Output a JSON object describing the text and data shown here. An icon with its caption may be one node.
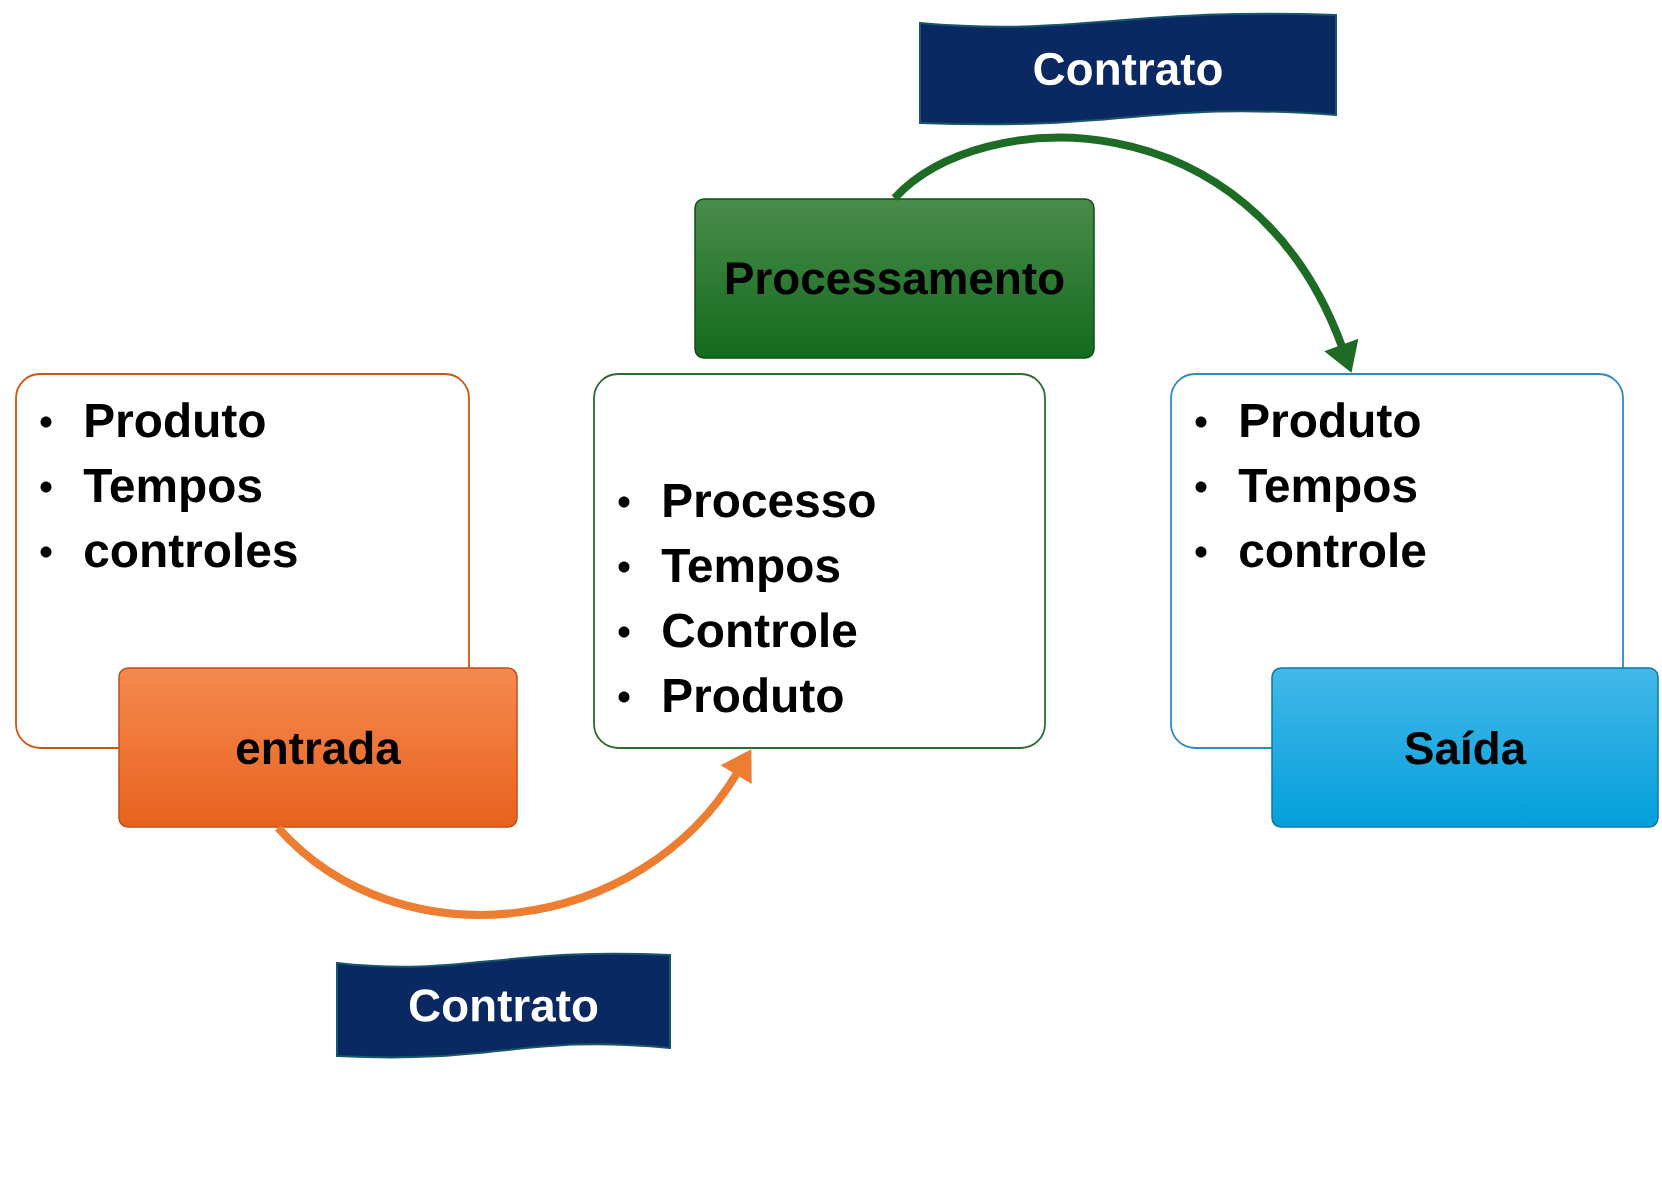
{
  "diagram": {
    "nodes": [
      {
        "text": [
          "Produto",
          "Tempos",
          "controles"
        ]
      },
      {
        "text": [
          "entrada"
        ]
      },
      {
        "text": [
          "Processamento"
        ]
      },
      {
        "text": [
          "Processo",
          "Tempos",
          "Controle",
          "Produto"
        ]
      },
      {
        "text": [
          "Produto",
          "Tempos",
          "controle"
        ]
      },
      {
        "text": [
          "Saída"
        ]
      },
      {
        "text": [
          "Contrato"
        ]
      },
      {
        "text": [
          "Contrato"
        ]
      }
    ],
    "edges": [
      {
        "from": 1,
        "to": 3,
        "arrow": "to",
        "color": "#ed7d31"
      },
      {
        "from": 2,
        "to": 4,
        "arrow": "to",
        "color": "#1e6b25"
      }
    ]
  }
}
